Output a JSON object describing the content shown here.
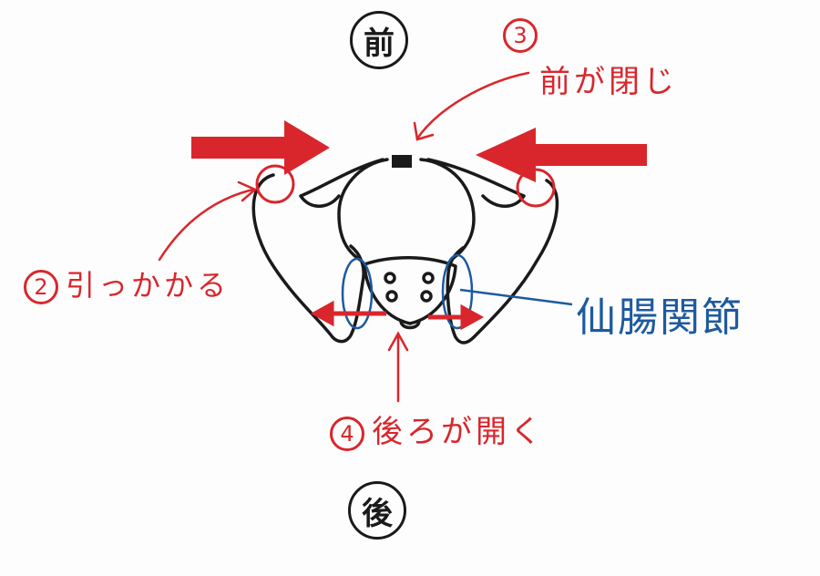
{
  "labels": {
    "front": "前",
    "back": "後",
    "step3_num": "3",
    "step3_text": "前が閉じ",
    "step2_num": "2",
    "step2_text": "引っかかる",
    "step4_num": "4",
    "step4_text": "後ろが開く",
    "joint": "仙腸関節"
  },
  "colors": {
    "annotation_red": "#d9262c",
    "annotation_blue": "#1d5a9e",
    "outline_black": "#1a1a1a"
  }
}
